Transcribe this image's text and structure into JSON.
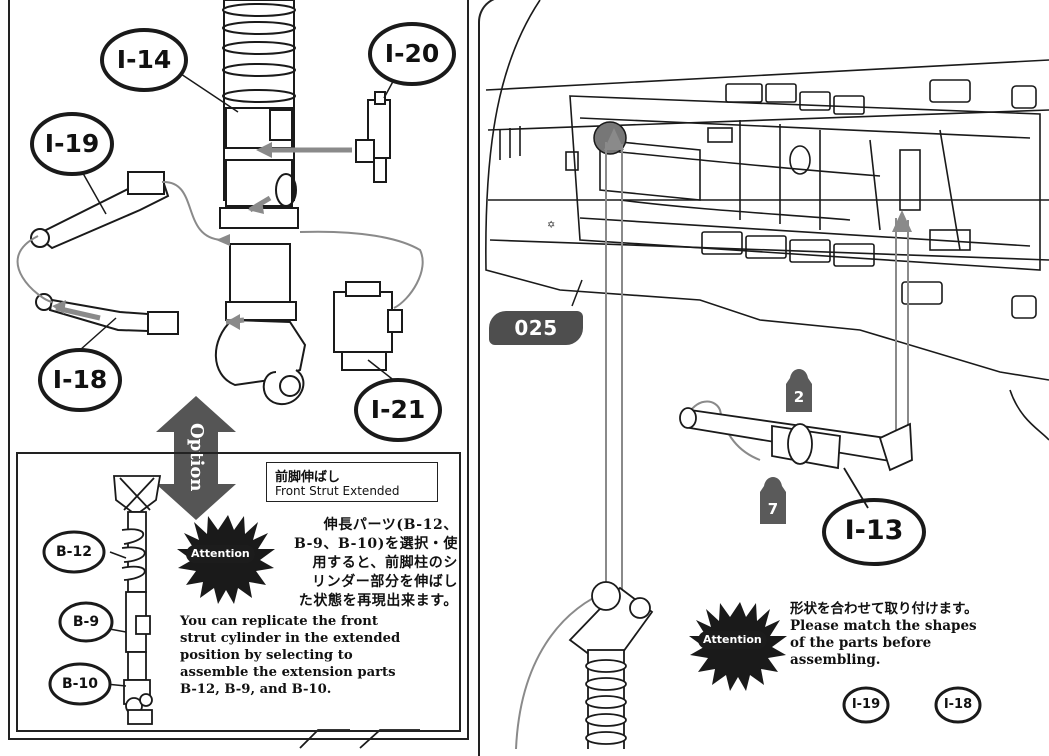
{
  "parts": {
    "i14": "I-14",
    "i20": "I-20",
    "i19": "I-19",
    "i18": "I-18",
    "i21": "I-21",
    "i13": "I-13",
    "i19_small": "I-19",
    "i18_small": "I-18",
    "b12": "B-12",
    "b9": "B-9",
    "b10": "B-10"
  },
  "option": {
    "label": "Option"
  },
  "extended": {
    "title_jp": "前脚伸ばし",
    "title_en": "Front Strut Extended",
    "attention": "Attention",
    "jp_lines": [
      "伸長パーツ(B-12、",
      "B-9、B-10)を選択・使",
      "用すると、前脚柱のシ",
      "リンダー部分を伸ばし",
      "た状態を再現出来ます。"
    ],
    "en_lines": [
      "You can replicate the front",
      "strut cylinder in the extended",
      "position by selecting to",
      "assemble the extension parts",
      "B-12, B-9, and B-10."
    ]
  },
  "step": {
    "number": "025"
  },
  "paints": {
    "p1": "2",
    "p2": "7"
  },
  "note": {
    "attention": "Attention",
    "jp": "形状を合わせて取り付けます。",
    "en_lines": [
      "Please match the shapes",
      "of the parts before",
      "assembling."
    ]
  },
  "colors": {
    "line": "#1a1a1a",
    "grey": "#8a8a8a",
    "badge": "#4e4e4e",
    "paint": "#5a5a5a"
  }
}
